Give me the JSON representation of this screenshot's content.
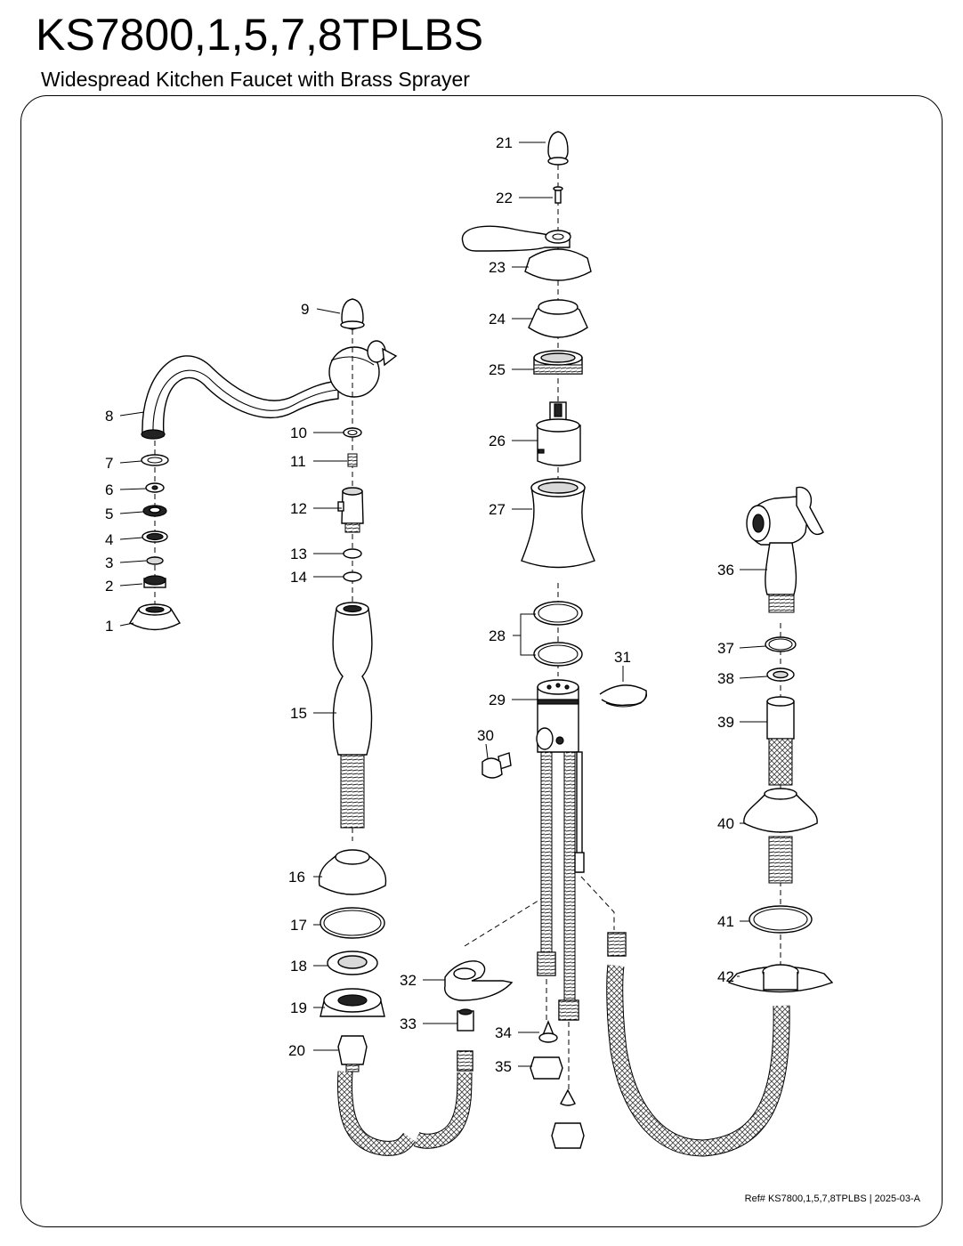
{
  "header": {
    "model": "KS7800,1,5,7,8TPLBS",
    "description": "Widespread Kitchen Faucet with Brass Sprayer"
  },
  "callouts": [
    "1",
    "2",
    "3",
    "4",
    "5",
    "6",
    "7",
    "8",
    "9",
    "10",
    "11",
    "12",
    "13",
    "14",
    "15",
    "16",
    "17",
    "18",
    "19",
    "20",
    "21",
    "22",
    "23",
    "24",
    "25",
    "26",
    "27",
    "28",
    "29",
    "30",
    "31",
    "32",
    "33",
    "34",
    "35",
    "36",
    "37",
    "38",
    "39",
    "40",
    "41",
    "42"
  ],
  "footer": {
    "reference": "Ref# KS7800,1,5,7,8TPLBS | 2025-03-A"
  }
}
